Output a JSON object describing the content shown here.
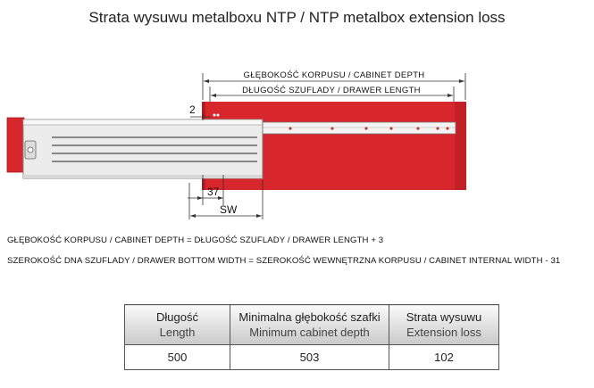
{
  "title": "Strata wysuwu metalboxu NTP / NTP metalbox extension loss",
  "diagram": {
    "cabinet_depth_label": "GŁĘBOKOŚĆ KORPUSU / CABINET DEPTH",
    "drawer_length_label": "DŁUGOŚĆ SZUFLADY / DRAWER LENGTH",
    "dim_2": "2",
    "dim_37": "37",
    "dim_sw": "SW",
    "colors": {
      "cabinet": "#d8262d",
      "cabinet_dark": "#b31c22",
      "drawer": "#ececec"
    }
  },
  "formulas": {
    "depth": "GŁĘBOKOŚĆ KORPUSU / CABINET DEPTH = DŁUGOŚĆ SZUFLADY / DRAWER LENGTH + 3",
    "width": "SZEROKOŚĆ DNA SZUFLADY / DRAWER BOTTOM WIDTH = SZEROKOŚĆ WEWNĘTRZNA KORPUSU / CABINET INTERNAL WIDTH - 31"
  },
  "table": {
    "headers": [
      {
        "pl": "Długość",
        "en": "Length"
      },
      {
        "pl": "Minimalna głębokość szafki",
        "en": "Minimum cabinet depth"
      },
      {
        "pl": "Strata wysuwu",
        "en": "Extension loss"
      }
    ],
    "rows": [
      [
        "500",
        "503",
        "102"
      ]
    ]
  }
}
